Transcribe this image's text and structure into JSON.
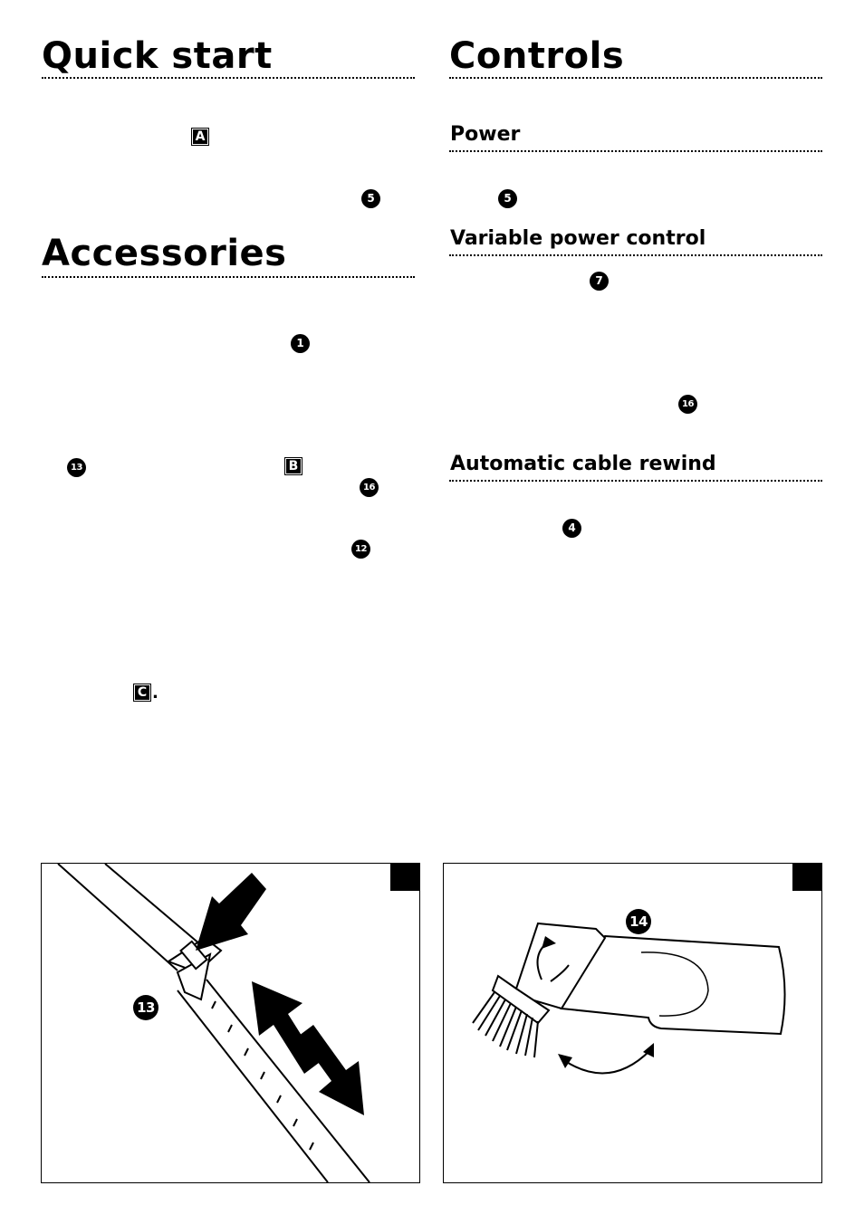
{
  "left_column": {
    "quick_start": {
      "title": "Quick start",
      "marker_a": "A",
      "marker_5": "5"
    },
    "accessories": {
      "title": "Accessories",
      "marker_1": "1",
      "marker_13": "13",
      "marker_b": "B",
      "marker_16": "16",
      "marker_12": "12",
      "marker_c": "C",
      "marker_c_period": "."
    }
  },
  "right_column": {
    "controls": {
      "title": "Controls"
    },
    "power": {
      "title": "Power",
      "marker_5": "5"
    },
    "variable_power_control": {
      "title": "Variable power control",
      "marker_7": "7",
      "marker_16": "16"
    },
    "automatic_cable_rewind": {
      "title": "Automatic cable rewind",
      "marker_4": "4"
    }
  },
  "figures": {
    "figure_b": {
      "callout": "13"
    },
    "figure_c": {
      "callout": "14"
    }
  }
}
